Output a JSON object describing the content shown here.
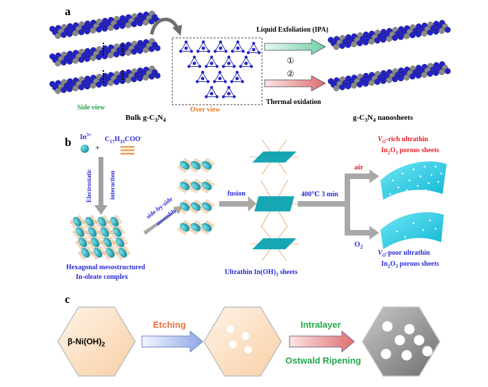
{
  "panel_a": {
    "label": "a",
    "side_view_label": "Side view",
    "bulk_label_prefix": "Bulk g-C",
    "bulk_label_sub1": "3",
    "bulk_label_mid": "N",
    "bulk_label_sub2": "4",
    "over_view_label": "Over view",
    "route1_label": "Liquid Exfoliation (IPA)",
    "route1_number": "①",
    "route2_number": "②",
    "route2_label": "Thermal oxidation",
    "product_prefix": "g-C",
    "product_sub1": "3",
    "product_mid": "N",
    "product_sub2": "4",
    "product_suffix": " nanosheets",
    "colors": {
      "nitrogen": "#2323c8",
      "carbon": "#8a8a8a",
      "route1": "#7fd6b0",
      "route2": "#e88a8a"
    }
  },
  "panel_b": {
    "label": "b",
    "ion_label": "In",
    "ion_charge": "3+",
    "plus": "+",
    "ligand_prefix": "C",
    "ligand_sub1": "17",
    "ligand_mid": "H",
    "ligand_sub2": "33",
    "ligand_suffix": "COO",
    "ligand_charge": "-",
    "electrostatic_line1": "Electrostatic",
    "electrostatic_line2": "interaction",
    "sbs_line1": "side-by-side",
    "sbs_line2": "assembly",
    "complex_line1": "Hexagonal mesostructured",
    "complex_line2": "In-oleate complex",
    "fusion_label": "fusion",
    "sheets_label_prefix": "Ultrathin  In(OH)",
    "sheets_label_sub": "3",
    "sheets_label_suffix": " sheets",
    "condition_label": "400℃ 3 min",
    "air_label": "air",
    "o2_label": "O",
    "o2_sub": "2",
    "rich_line1_v": "V",
    "rich_line1_sub": "O",
    "rich_line1_rest": "-rich ultrathin",
    "rich_line2_prefix": "In",
    "rich_line2_sub1": "2",
    "rich_line2_mid": "O",
    "rich_line2_sub2": "3",
    "rich_line2_suffix": " porous sheets",
    "poor_line1_v": "V",
    "poor_line1_sub": "O",
    "poor_line1_rest": "-poor ultrathin",
    "poor_line2_prefix": "In",
    "poor_line2_sub1": "2",
    "poor_line2_mid": "O",
    "poor_line2_sub2": "3",
    "poor_line2_suffix": " porous sheets",
    "colors": {
      "text_blue": "#2b2bd6",
      "text_red": "#e8212a",
      "teal": "#17a7b4",
      "cyan": "#24cde6",
      "grey_arrow": "#9a9a9a"
    }
  },
  "panel_c": {
    "label": "c",
    "start_prefix": "β-Ni(OH)",
    "start_sub": "2",
    "etching_label": "Etching",
    "intralayer_label": "Intralayer",
    "ostwald_label": "Ostwald Ripening",
    "colors": {
      "etching": "#e8703a",
      "green": "#22a84a",
      "peach": "#fbe0c4",
      "grey": "#8e8e8e"
    }
  }
}
